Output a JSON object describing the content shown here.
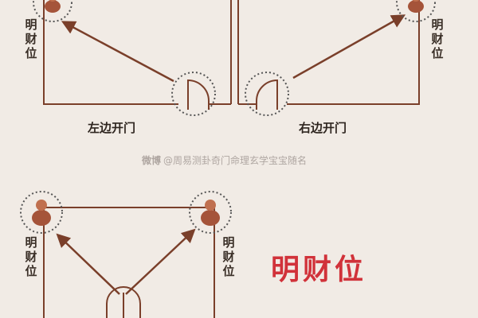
{
  "wealth_position_label": "明财位",
  "caption_left_door": "左边开门",
  "caption_right_door": "右边开门",
  "main_title": "明财位",
  "watermark": "@周易测卦奇门命理玄学宝宝随名",
  "watermark_logo": "微博",
  "colors": {
    "background": "#f1ebe5",
    "wall": "#7a3f2a",
    "arrow": "#7a3f2a",
    "dotted_circle": "#555555",
    "statue": "#a5543a",
    "title_red": "#d1323a"
  },
  "icons": [
    "wealth-statue-icon",
    "door-arc-icon",
    "arrow-icon"
  ]
}
